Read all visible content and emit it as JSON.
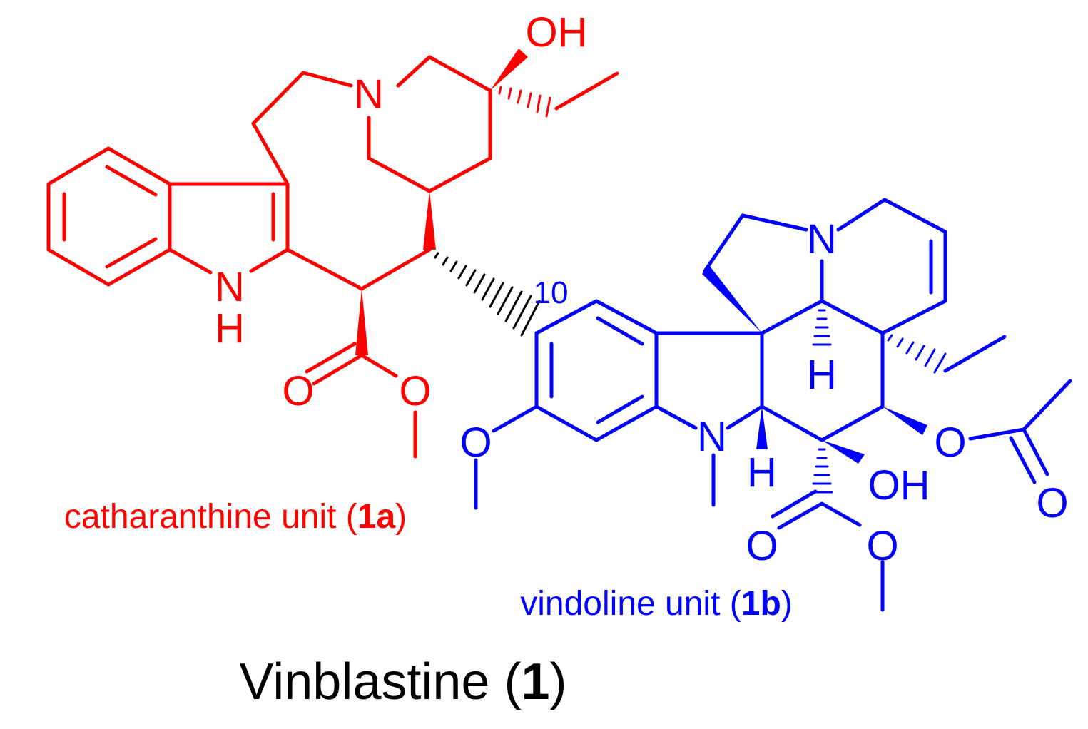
{
  "colors": {
    "catharanthine": "#ff0000",
    "vindoline": "#0000ff",
    "text": "#000000",
    "background": "#ffffff"
  },
  "catharanthine": {
    "atoms": {
      "oh": "OH",
      "n": "N",
      "nh_n": "N",
      "nh_h": "H",
      "carbonyl_o": "O",
      "ester_o": "O"
    },
    "caption": {
      "prefix": "catharanthine unit (",
      "bold": "1a",
      "suffix": ")"
    }
  },
  "vindoline": {
    "position_label": "10",
    "atoms": {
      "n_top": "N",
      "h_ring": "H",
      "methoxy_o": "O",
      "n_indoline": "N",
      "h_ring2": "H",
      "oh": "OH",
      "acetoxy_o": "O",
      "acetyl_o": "O",
      "carbonyl_o": "O",
      "ester_o": "O"
    },
    "caption": {
      "prefix": "vindoline unit (",
      "bold": "1b",
      "suffix": ")"
    }
  },
  "title": {
    "prefix": "Vinblastine (",
    "bold": "1",
    "suffix": ")"
  }
}
